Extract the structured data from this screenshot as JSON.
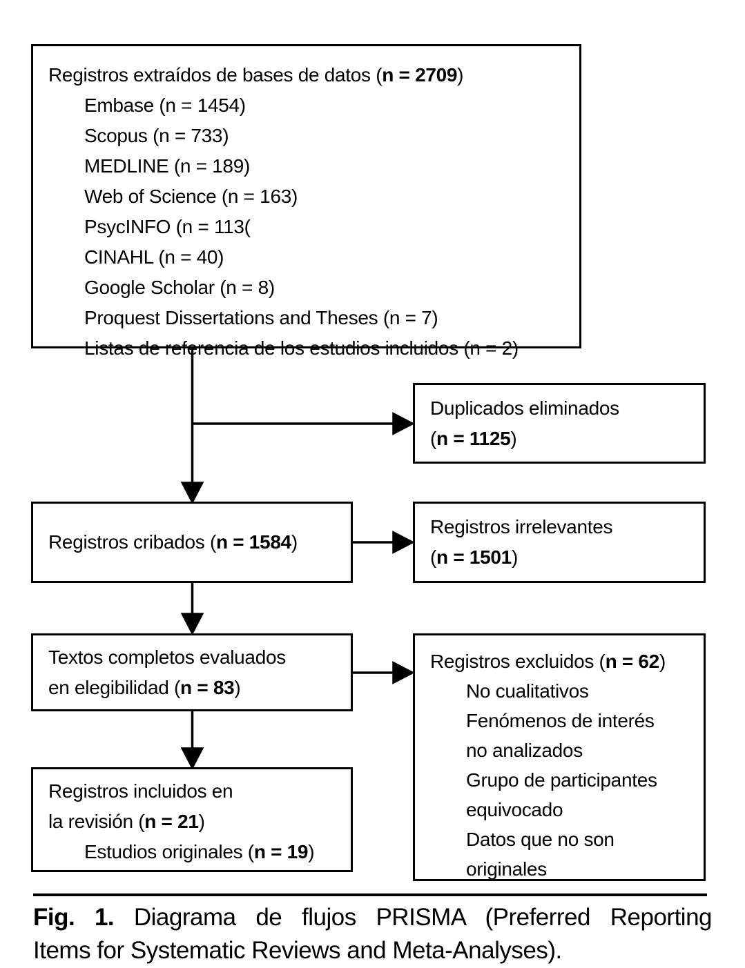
{
  "colors": {
    "line": "#000000",
    "background": "#ffffff",
    "text": "#000000"
  },
  "identified": {
    "title_prefix": "Registros extraídos de bases de datos (",
    "title_count": "n = 2709",
    "title_suffix": ")",
    "sources": [
      "Embase (n = 1454)",
      "Scopus (n = 733)",
      "MEDLINE (n = 189)",
      "Web of Science (n = 163)",
      "PsycINFO (n = 113(",
      "CINAHL (n = 40)",
      "Google Scholar (n = 8)",
      "Proquest Dissertations and Theses (n = 7)",
      "Listas de referencia de los estudios incluidos (n = 2)"
    ]
  },
  "duplicates": {
    "line1": "Duplicados eliminados",
    "count_prefix": "(",
    "count": "n = 1125",
    "count_suffix": ")"
  },
  "screened": {
    "prefix": "Registros cribados (",
    "count": "n = 1584",
    "suffix": ")"
  },
  "irrelevant": {
    "line1": "Registros irrelevantes",
    "count_prefix": "(",
    "count": "n = 1501",
    "count_suffix": ")"
  },
  "fulltext": {
    "line1": "Textos completos evaluados",
    "line2_prefix": "en elegibilidad (",
    "count": "n = 83",
    "line2_suffix": ")"
  },
  "excluded": {
    "title_prefix": "Registros excluidos (",
    "count": "n = 62",
    "title_suffix": ")",
    "reason_lines": [
      "No cualitativos",
      "Fenómenos de interés",
      "no analizados",
      "Grupo de participantes",
      "equivocado",
      "Datos que no son",
      "originales"
    ]
  },
  "included": {
    "line1": "Registros incluidos en",
    "line2_prefix": "la revisión (",
    "count": "n = 21",
    "line2_suffix": ")",
    "sub_prefix": "Estudios originales (",
    "sub_count": "n = 19",
    "sub_suffix": ")"
  },
  "caption": {
    "label": "Fig. 1.",
    "line1_rest": " Diagrama de flujos PRISMA (Preferred Reporting",
    "line2": "Items for Systematic Reviews and Meta-Analyses)."
  }
}
